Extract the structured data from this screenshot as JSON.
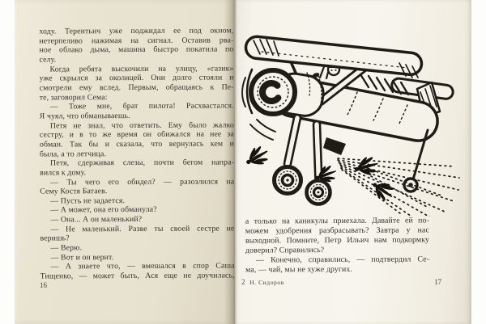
{
  "colors": {
    "left_page_bg": "#e8e2d0",
    "right_page_bg": "#f6f4ec",
    "ink": "#35322b",
    "illustration_ink": "#1f1c16"
  },
  "left_page": {
    "page_number": "16",
    "lines": [
      "ходу. Терентьич уже поджидал ее под окном,",
      "нетерпеливо нажимая на сигнал. Оставив рва-",
      "ное облако дыма, машина быстро покатила по",
      "селу.",
      "Когда ребята выскочили на улицу, «газик»",
      "уже скрылся за околицей. Они долго стояли и",
      "смотрели ему вслед. Первым, обращаясь к Пе-",
      "те, заговорил Сема:",
      "— Тоже мне, брат пилота! Расхвастался.",
      "Я чуял, что обманываешь.",
      "Петя не знал, что ответить. Ему было жалко",
      "сестру, и в то же время он обижался на нее за",
      "обман. Так бы и сказала, что вернулась кем и",
      "была, а то летчица.",
      "Петя, сдерживая слезы, почти бегом напра-",
      "вился к дому.",
      "— Ты чего его обидел? — разозлился на",
      "Сему Костя Батаев.",
      "— Пусть не задается.",
      "— А может, она его обманула?",
      "— Она... А он маленький?",
      "— Не маленький. Разве ты своей сестре не",
      "веришь?",
      "— Верю.",
      "— Вот и он верит.",
      "— А знаете что, — вмешался в спор Саша",
      "Тищенко, — может быть, Ася еще не доучилась,"
    ]
  },
  "right_page": {
    "page_number": "17",
    "signature_number": "2",
    "signature_name": "Н. Сидоров",
    "lines": [
      "а только на каникулы приехала. Давайте ей по-",
      "можем удобрения разбрасывать? Завтра у нас",
      "выходной. Помните, Петр Ильич нам подкормку",
      "доверил? Справились?",
      "— Конечно, справились, — подтвердил Се-",
      "ма, — чай, мы не хуже других."
    ]
  },
  "illustration": {
    "name": "crop-duster-airplane-with-dragonflies"
  }
}
